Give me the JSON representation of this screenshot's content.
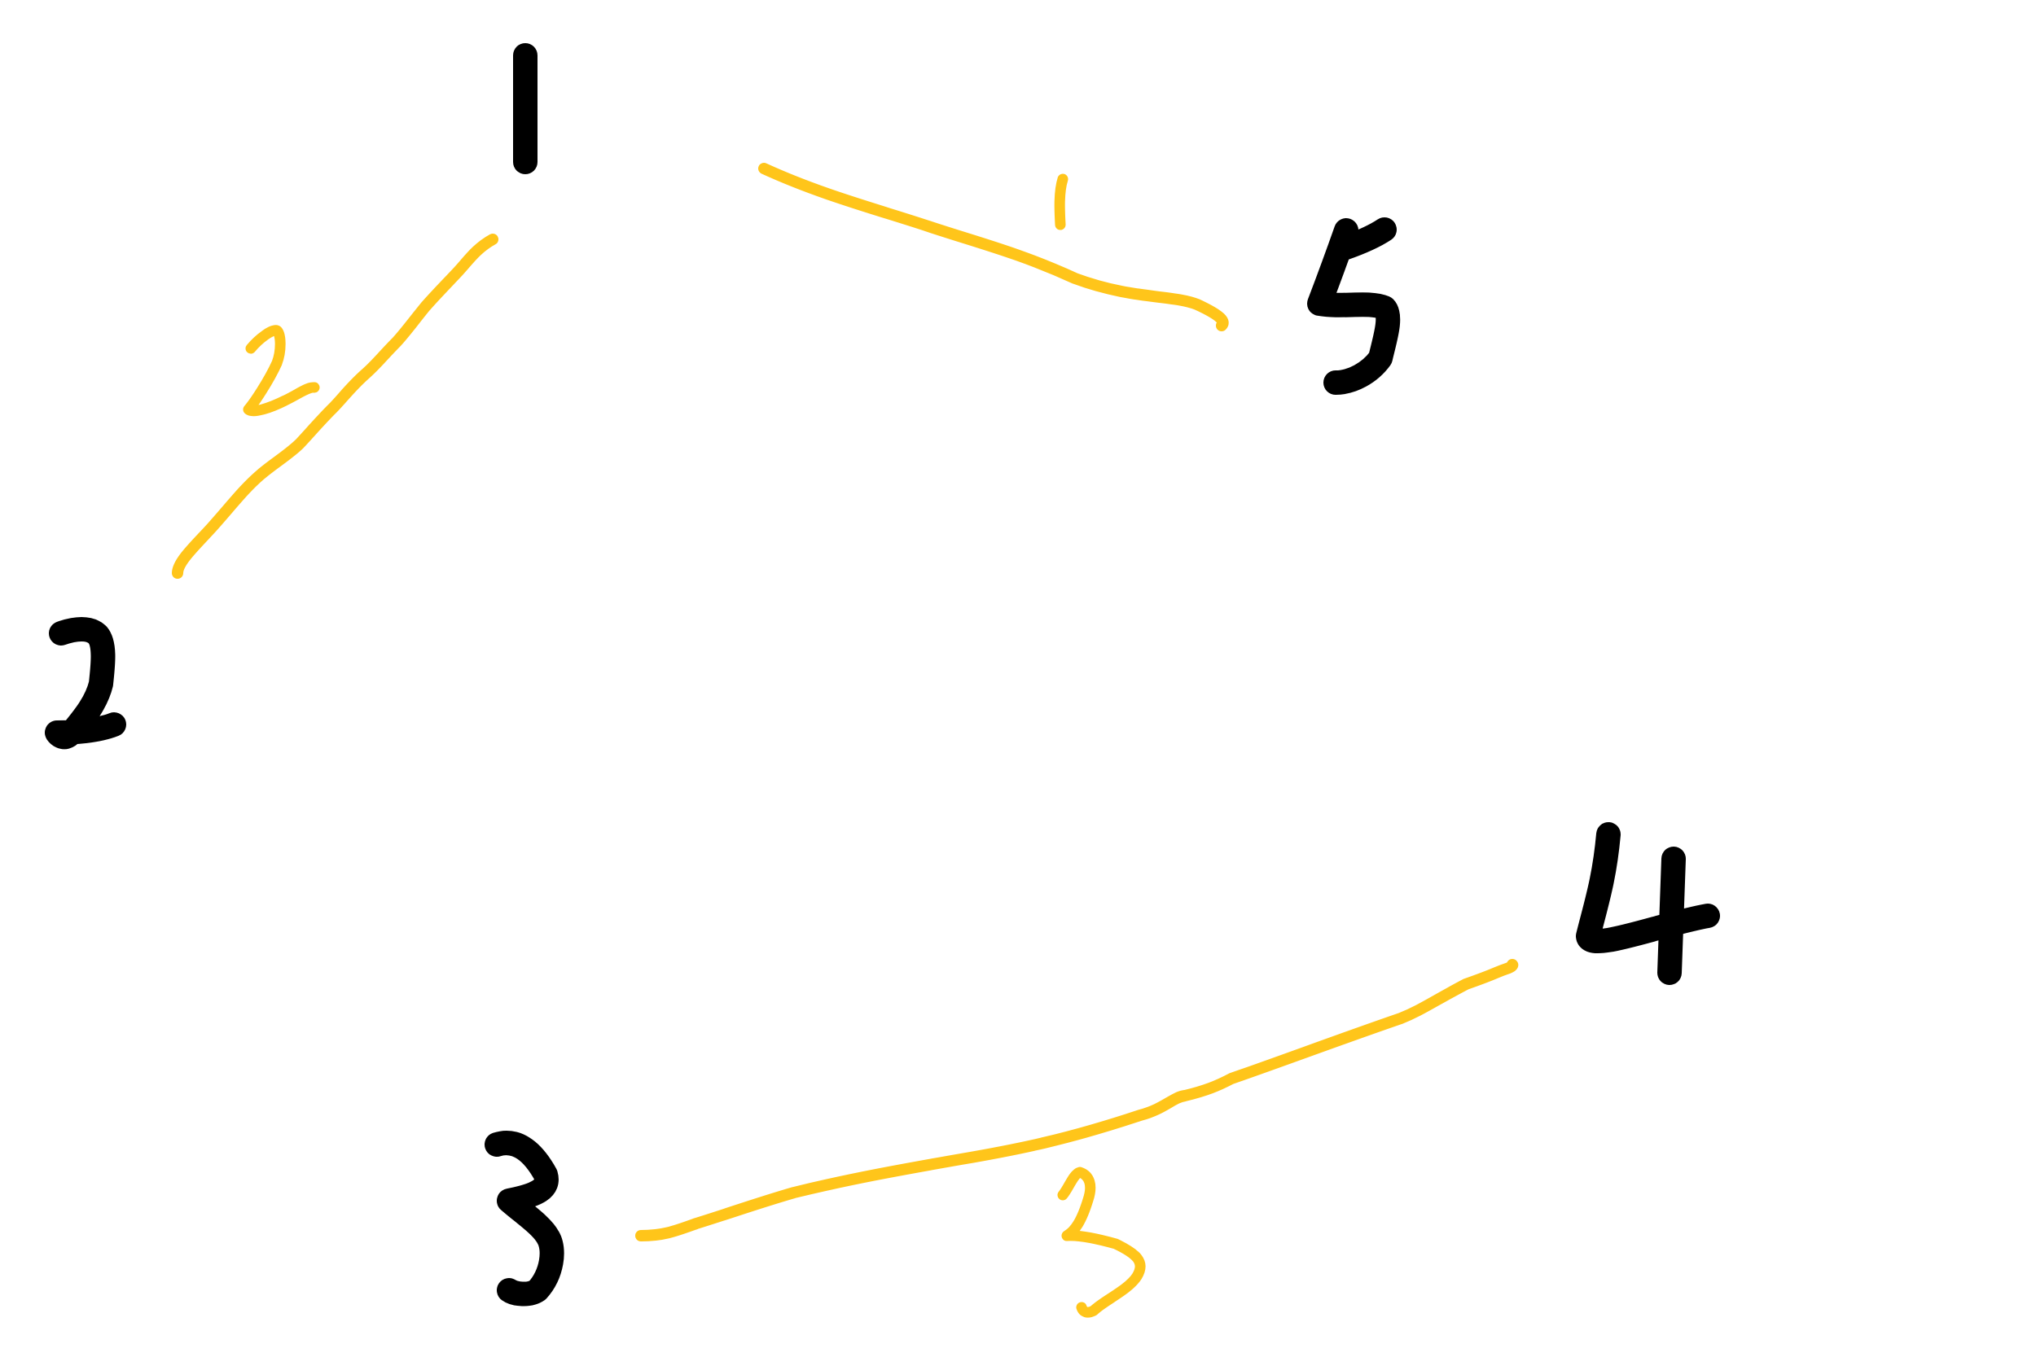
{
  "colors": {
    "node_ink": "#000000",
    "edge_ink": "#FFC51A",
    "background": "#FFFFFF"
  },
  "nodes": [
    {
      "id": "1",
      "label": "1"
    },
    {
      "id": "2",
      "label": "2"
    },
    {
      "id": "3",
      "label": "3"
    },
    {
      "id": "4",
      "label": "4"
    },
    {
      "id": "5",
      "label": "5"
    }
  ],
  "edges": [
    {
      "from": "1",
      "to": "5",
      "weight": "1"
    },
    {
      "from": "1",
      "to": "2",
      "weight": "2"
    },
    {
      "from": "3",
      "to": "4",
      "weight": "3"
    }
  ]
}
